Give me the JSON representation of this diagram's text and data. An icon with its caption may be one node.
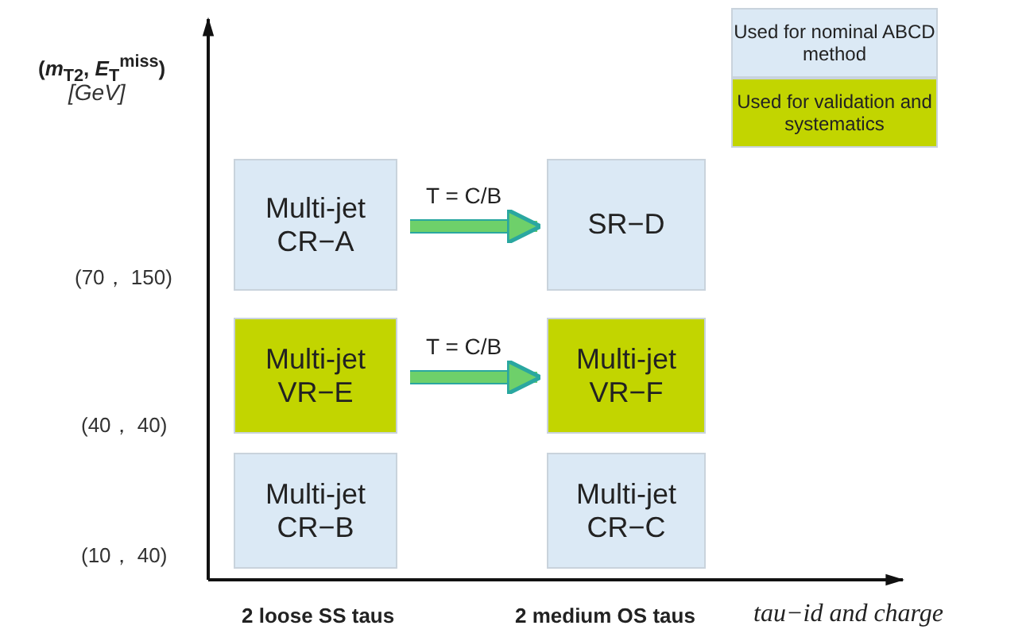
{
  "diagram": {
    "nodes": [
      {
        "text": [
          "Multi-jet CR−A"
        ]
      },
      {
        "text": [
          "SR−D"
        ]
      },
      {
        "text": [
          "Multi-jet VR−E"
        ]
      },
      {
        "text": [
          "Multi-jet VR−F"
        ]
      },
      {
        "text": [
          "Multi-jet CR−B"
        ]
      },
      {
        "text": [
          "Multi-jet CR−C"
        ]
      }
    ],
    "edges": [
      {
        "from": 0,
        "to": 1,
        "arrow": "to",
        "label": "T = C/B"
      },
      {
        "from": 2,
        "to": 3,
        "arrow": "to",
        "label": "T = C/B"
      }
    ],
    "labels": [
      "(*m*$_{T2}$,  *E*$_{T}$$^{miss}$)",
      "[GeV]",
      "(70， 150)",
      "(40， 40)",
      "(10， 40)",
      "2 loose SS taus",
      "2 medium OS taus",
      "tau−id and charge"
    ],
    "legend": [
      {
        "text": "Used for nominal ABCD method",
        "color": "#dbe9f5"
      },
      {
        "text": "Used for validation and systematics",
        "color": "#c2d500"
      }
    ]
  }
}
